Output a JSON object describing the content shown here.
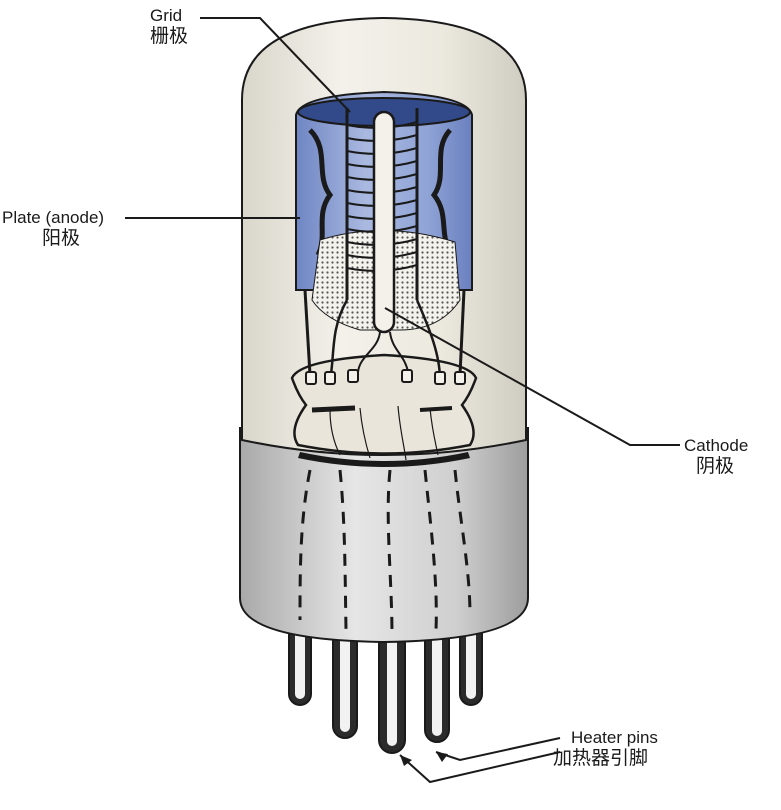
{
  "labels": {
    "grid": {
      "en": "Grid",
      "zh": "栅极"
    },
    "plate": {
      "en": "Plate (anode)",
      "zh": "阳极"
    },
    "cathode": {
      "en": "Cathode",
      "zh": "阴极"
    },
    "heater": {
      "en": "Heater pins",
      "zh": "加热器引脚"
    }
  },
  "colors": {
    "glass": "#ece9df",
    "plate_blue": "#7f95cf",
    "base_gray": "#bdbdbd",
    "outline": "#1a1a1a"
  }
}
